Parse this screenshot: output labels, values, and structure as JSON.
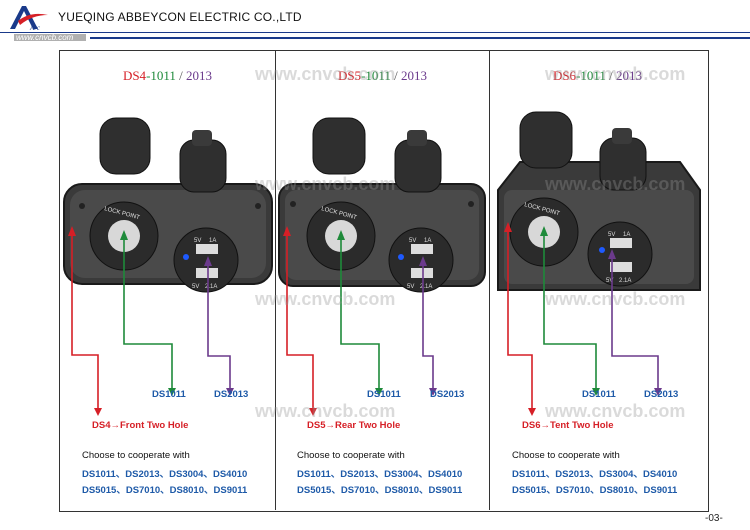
{
  "header": {
    "company": "YUEQING ABBEYCON ELECTRIC CO.,LTD",
    "website": "www.cnvcb.com",
    "logo_text": "Arc"
  },
  "watermark": "www.cnvcb.com",
  "panels": [
    {
      "title_ds": "DS4",
      "title_mid": "-1011",
      "title_slash": " / ",
      "title_2013": "2013",
      "label_green": "DS1011",
      "label_purple": "DS2013",
      "label_red": "DS4→Front Two Hole",
      "coop_text": "Choose to cooperate with",
      "list_line1": "DS1011、DS2013、DS3004、DS4010",
      "list_line2": "DS5015、DS7010、DS8010、DS9011"
    },
    {
      "title_ds": "DS5",
      "title_mid": "-1011",
      "title_slash": " / ",
      "title_2013": "2013",
      "label_green": "DS1011",
      "label_purple": "DS2013",
      "label_red": "DS5→Rear Two Hole",
      "coop_text": "Choose to cooperate with",
      "list_line1": "DS1011、DS2013、DS3004、DS4010",
      "list_line2": "DS5015、DS7010、DS8010、DS9011"
    },
    {
      "title_ds": "DS6",
      "title_mid": "-1011",
      "title_slash": " / ",
      "title_2013": "2013",
      "label_green": "DS1011",
      "label_purple": "DS2013",
      "label_red": "DS6→Tent Two Hole",
      "coop_text": "Choose to cooperate with",
      "list_line1": "DS1011、DS2013、DS3004、DS4010",
      "list_line2": "DS5015、DS7010、DS8010、DS9011"
    }
  ],
  "product_labels": {
    "lock_point": "LOCK POINT",
    "usb_v1": "5V",
    "usb_a1": "1A",
    "usb_v2": "5V",
    "usb_a2": "2.1A"
  },
  "colors": {
    "red": "#d61f26",
    "green": "#1e8a3a",
    "purple": "#6b3a8c",
    "blue": "#1e5aa8"
  },
  "page_number": "-03-"
}
